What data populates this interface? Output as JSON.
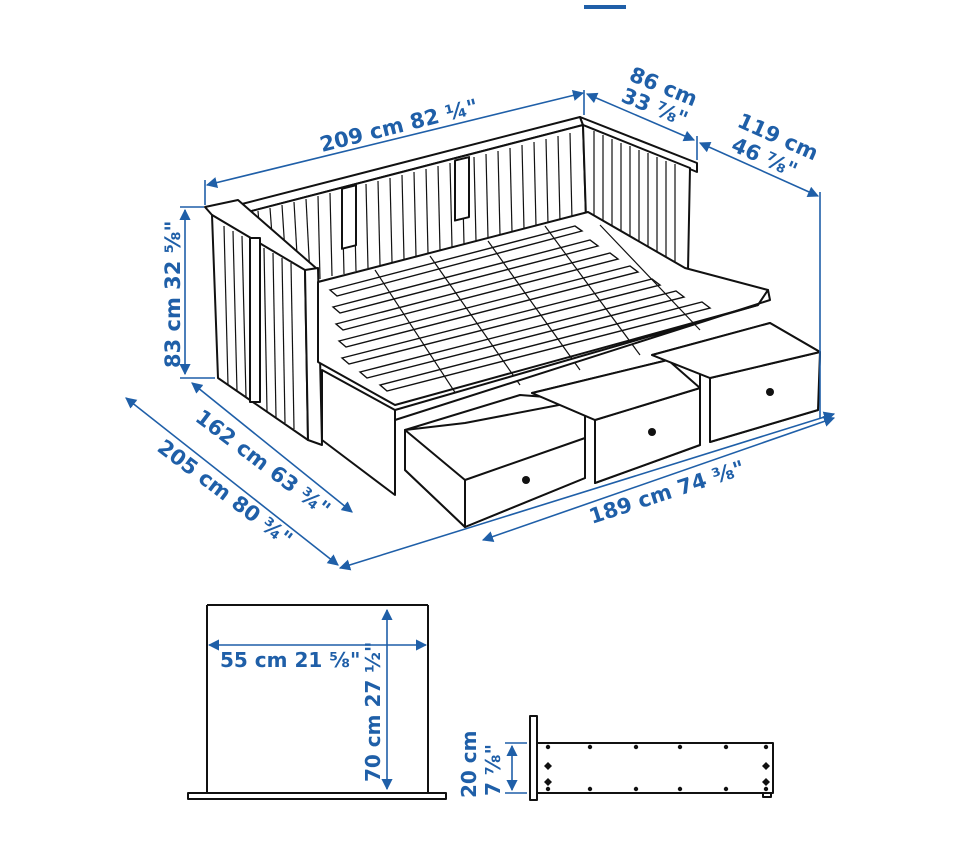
{
  "colors": {
    "dimension": "#1f5fa8",
    "line": "#111111",
    "background": "#ffffff"
  },
  "daybed": {
    "width_frame": "209 cm 82 ¼\"",
    "depth_top": "86 cm",
    "depth_top_in": "33 ⅞\"",
    "depth_right": "119 cm",
    "depth_right_in": "46 ⅞\"",
    "height": "83 cm 32 ⅝\"",
    "inner_depth": "162 cm 63 ¾\"",
    "outer_depth": "205 cm 80 ¾\"",
    "front_width": "189 cm 74 ⅜\""
  },
  "drawer": {
    "inner_width": "55 cm 21 ⅝\"",
    "inner_depth": "70 cm 27 ½\"",
    "height_cm": "20 cm",
    "height_in": "7 ⅞\""
  }
}
